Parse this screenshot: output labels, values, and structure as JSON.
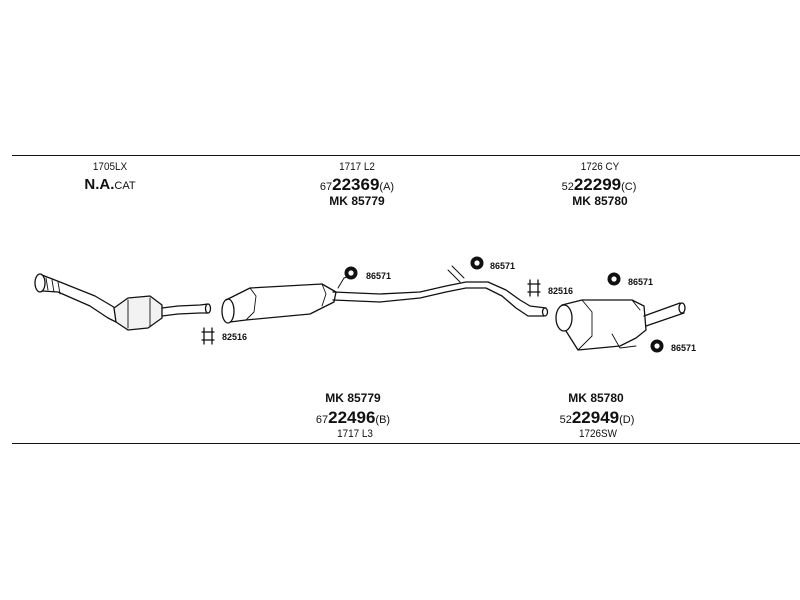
{
  "top_labels": {
    "cat": {
      "code": "1705LX",
      "name_main": "N.A.",
      "name_suffix": "CAT"
    },
    "front_silencer": {
      "code": "1717 L2",
      "number_prefix": "67",
      "number_main": "22369",
      "number_suffix": "(A)",
      "mk_prefix": "MK",
      "mk_value": "85779"
    },
    "rear_silencer": {
      "code": "1726 CY",
      "number_prefix": "52",
      "number_main": "22299",
      "number_suffix": "(C)",
      "mk_prefix": "MK",
      "mk_value": "85780"
    }
  },
  "bottom_labels": {
    "front_silencer_alt": {
      "mk_prefix": "MK",
      "mk_value": "85779",
      "number_prefix": "67",
      "number_main": "22496",
      "number_suffix": "(B)",
      "code": "1717 L3"
    },
    "rear_silencer_alt": {
      "mk_prefix": "MK",
      "mk_value": "85780",
      "number_prefix": "52",
      "number_main": "22949",
      "number_suffix": "(D)",
      "code": "1726SW"
    }
  },
  "parts": {
    "clamp_front": "82516",
    "clamp_rear": "82516",
    "hanger_1": "86571",
    "hanger_2": "86571",
    "hanger_3": "86571",
    "hanger_4": "86571"
  }
}
